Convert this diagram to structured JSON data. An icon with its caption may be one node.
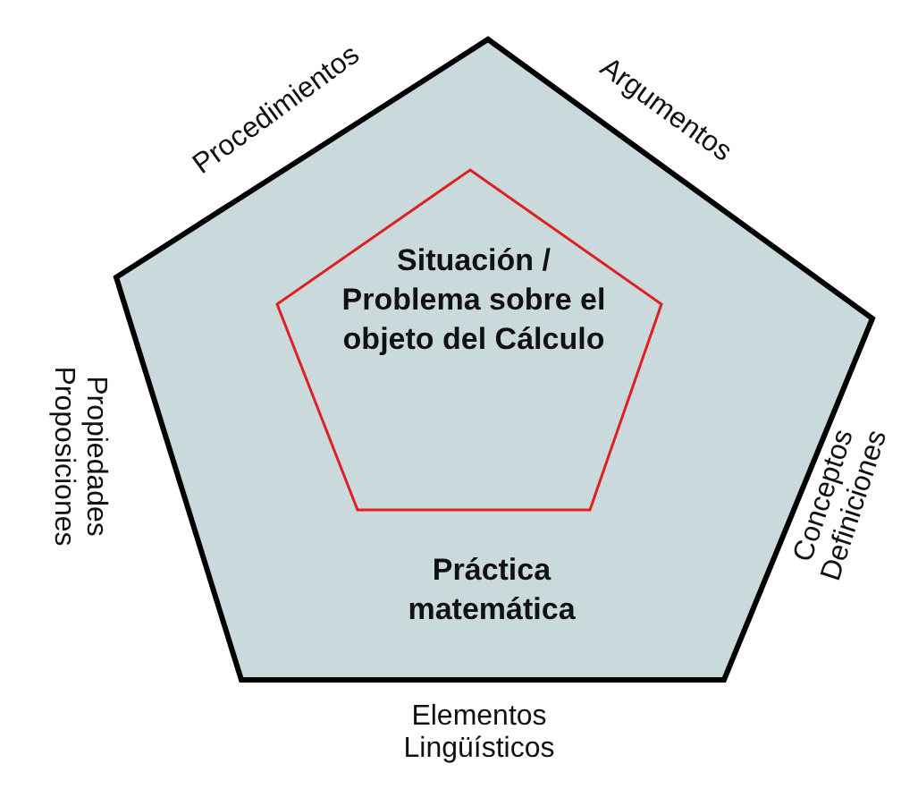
{
  "diagram": {
    "nodes": [
      {
        "text": [
          "Práctica matemática"
        ],
        "beside": [
          "Procedimientos",
          "Argumentos",
          "Conceptos Definiciones",
          "Elementos Lingüísticos",
          "Propiedades Proposiciones"
        ]
      },
      {
        "text": [
          "Situación / Problema sobre el objeto del Cálculo"
        ],
        "in": 0
      }
    ],
    "edges": []
  }
}
